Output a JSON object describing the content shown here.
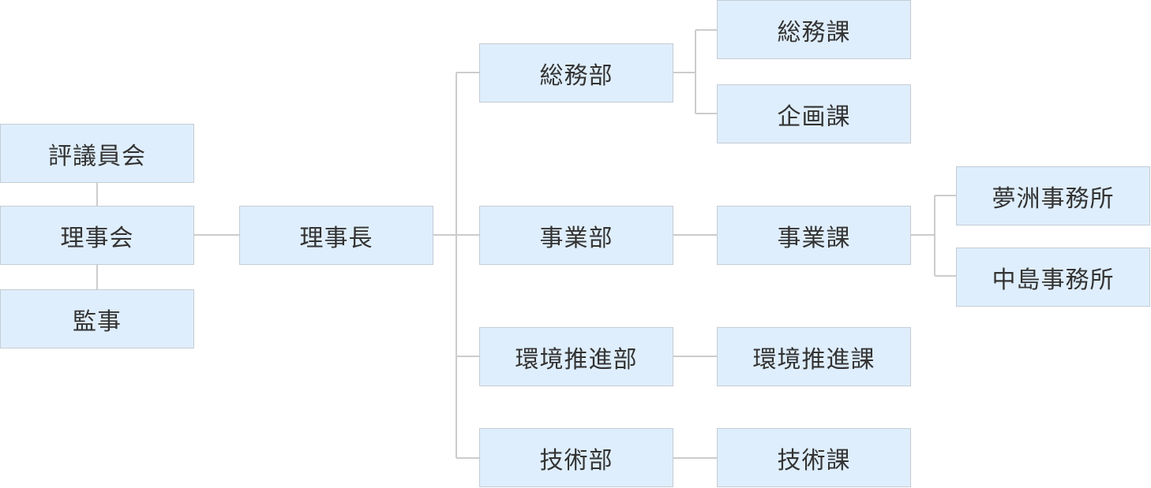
{
  "org_chart": {
    "council": "評議員会",
    "board": "理事会",
    "auditor": "監事",
    "chairman": "理事長",
    "departments": {
      "general_affairs": "総務部",
      "business": "事業部",
      "environment": "環境推進部",
      "technical": "技術部"
    },
    "sections": {
      "general_affairs": "総務課",
      "planning": "企画課",
      "business": "事業課",
      "environment": "環境推進課",
      "technical": "技術課"
    },
    "offices": {
      "yumeshima": "夢洲事務所",
      "nakajima": "中島事務所"
    }
  }
}
